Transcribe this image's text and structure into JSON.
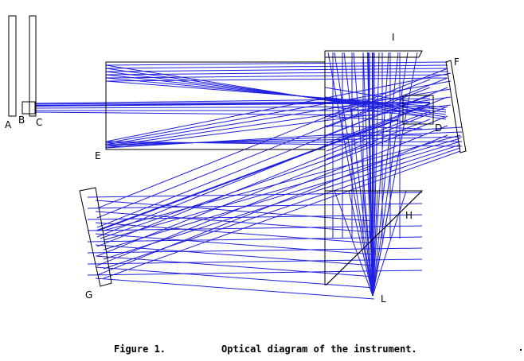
{
  "labels": {
    "A": "A",
    "B": "B",
    "C": "C",
    "D": "D",
    "E": "E",
    "F": "F",
    "G": "G",
    "H": "H",
    "I": "I",
    "L": "L"
  },
  "caption": {
    "figure_number": "Figure 1.",
    "text": "Optical diagram of the instrument."
  },
  "colors": {
    "ray": "#1f1fe0",
    "outline": "#000000",
    "background": "#ffffff"
  }
}
